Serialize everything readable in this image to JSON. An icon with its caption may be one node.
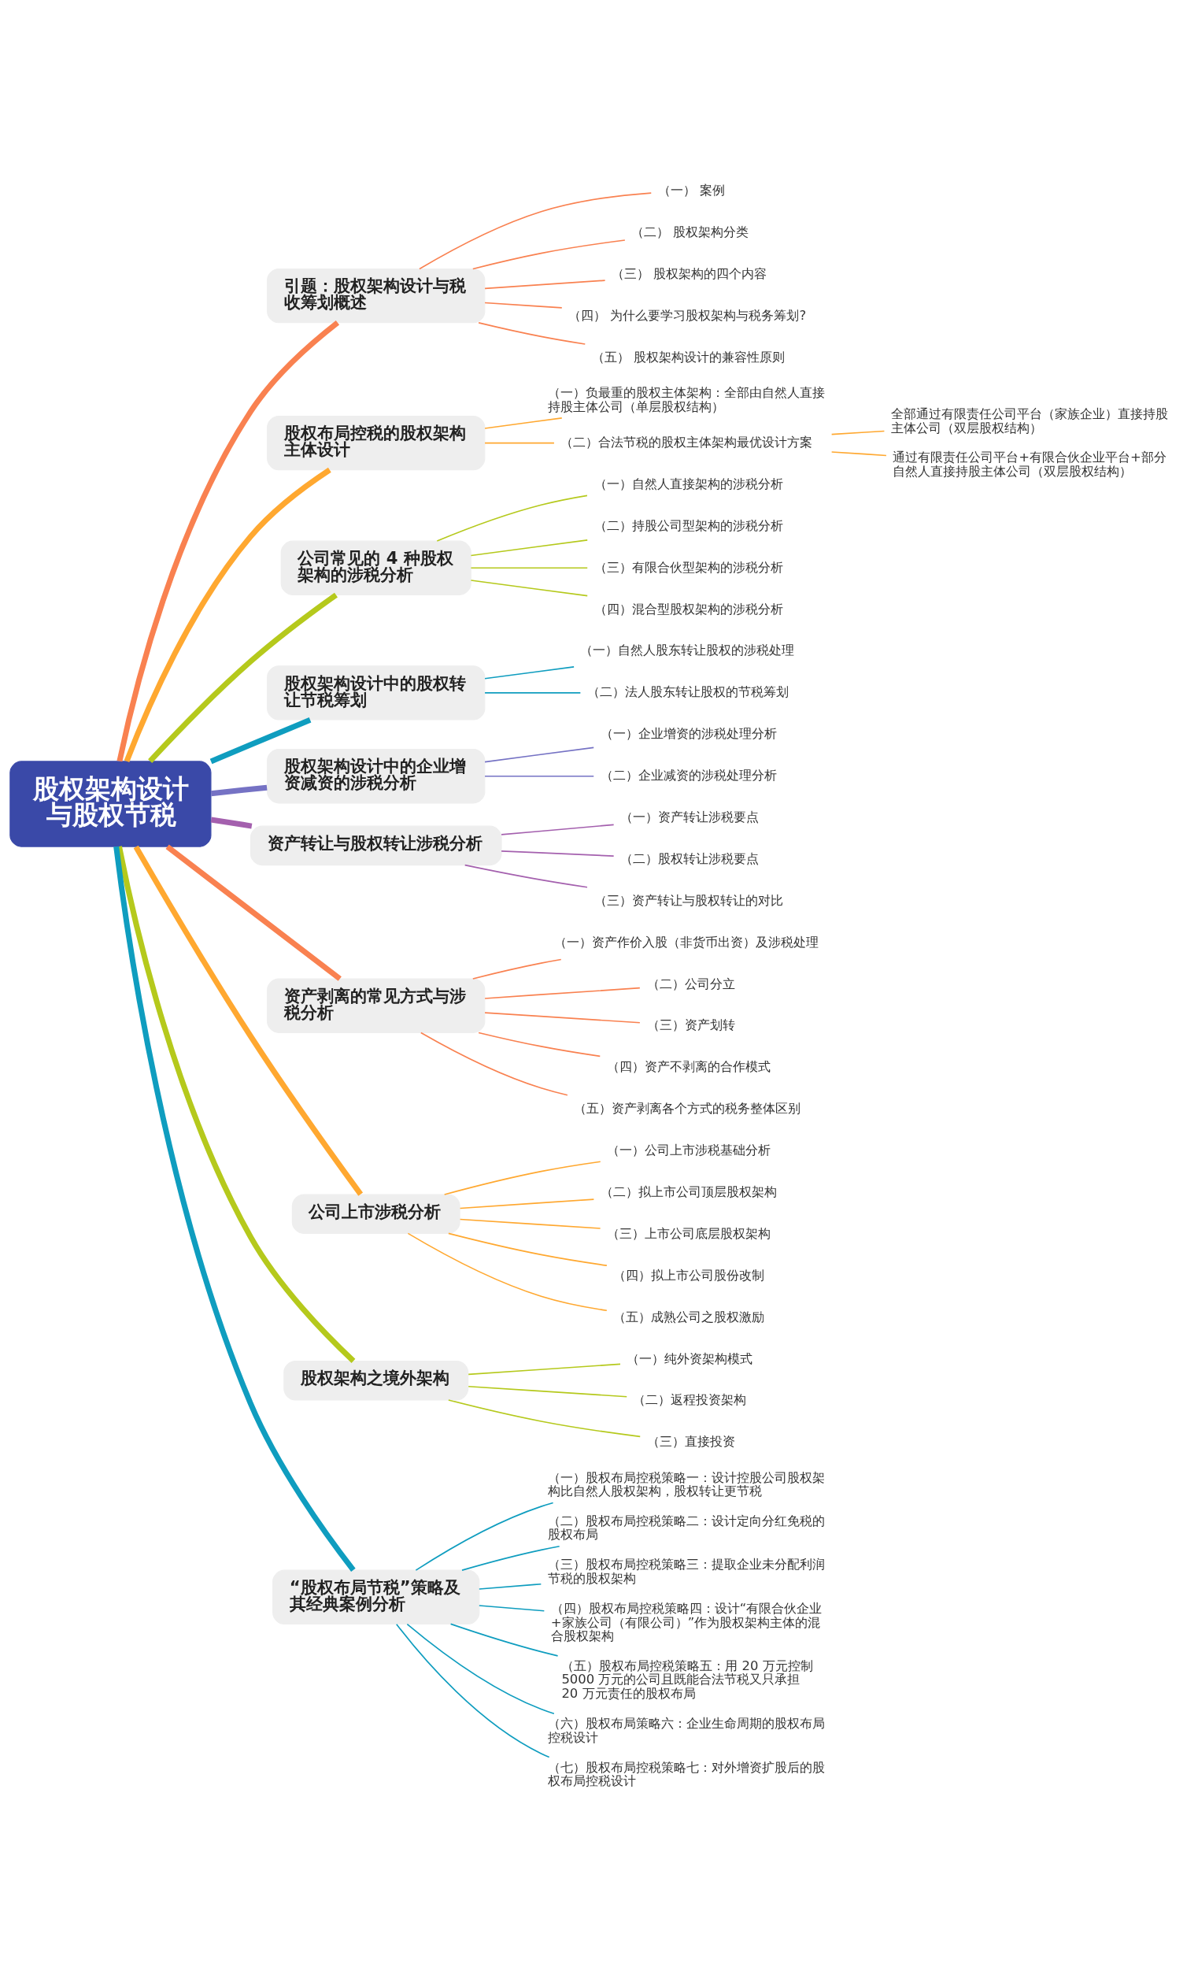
{
  "diagram": {
    "nodes": [
      {
        "text": [
          "股权架构设计与股权节税"
        ]
      },
      {
        "text": [
          "引题：股权架构设计与税收筹划概述"
        ]
      },
      {
        "text": [
          "（一） 案例"
        ]
      },
      {
        "text": [
          "（二） 股权架构分类"
        ]
      },
      {
        "text": [
          "（三） 股权架构的四个内容"
        ]
      },
      {
        "text": [
          "（四） 为什么要学习股权架构与税务筹划?"
        ]
      },
      {
        "text": [
          "（五） 股权架构设计的兼容性原则"
        ]
      },
      {
        "text": [
          "股权布局控税的股权架构主体设计"
        ]
      },
      {
        "text": [
          "（一）负最重的股权主体架构：全部由自然人直接持股主体公司（单层股权结构）"
        ]
      },
      {
        "text": [
          "（二）合法节税的股权主体架构最优设计方案"
        ]
      },
      {
        "text": [
          "全部通过有限责任公司平台（家族企业）直接持股主体公司（双层股权结构）"
        ]
      },
      {
        "text": [
          "通过有限责任公司平台+有限合伙企业平台+部分自然人直接持股主体公司（双层股权结构）"
        ]
      },
      {
        "text": [
          "公司常见的 4 种股权架构的涉税分析"
        ]
      },
      {
        "text": [
          "（一）自然人直接架构的涉税分析"
        ]
      },
      {
        "text": [
          "（二）持股公司型架构的涉税分析"
        ]
      },
      {
        "text": [
          "（三）有限合伙型架构的涉税分析"
        ]
      },
      {
        "text": [
          "（四）混合型股权架构的涉税分析"
        ]
      },
      {
        "text": [
          "股权架构设计中的股权转让节税筹划"
        ]
      },
      {
        "text": [
          "（一）自然人股东转让股权的涉税处理"
        ]
      },
      {
        "text": [
          "（二）法人股东转让股权的节税筹划"
        ]
      },
      {
        "text": [
          "股权架构设计中的企业增资减资的涉税分析"
        ]
      },
      {
        "text": [
          "（一）企业增资的涉税处理分析"
        ]
      },
      {
        "text": [
          "（二）企业减资的涉税处理分析"
        ]
      },
      {
        "text": [
          "资产转让与股权转让涉税分析"
        ]
      },
      {
        "text": [
          "（一）资产转让涉税要点"
        ]
      },
      {
        "text": [
          "（二）股权转让涉税要点"
        ]
      },
      {
        "text": [
          "（三）资产转让与股权转让的对比"
        ]
      },
      {
        "text": [
          "资产剥离的常见方式与涉税分析"
        ]
      },
      {
        "text": [
          "（一）资产作价入股（非货币出资）及涉税处理"
        ]
      },
      {
        "text": [
          "（二）公司分立"
        ]
      },
      {
        "text": [
          "（三）资产划转"
        ]
      },
      {
        "text": [
          "（四）资产不剥离的合作模式"
        ]
      },
      {
        "text": [
          "（五）资产剥离各个方式的税务整体区别"
        ]
      },
      {
        "text": [
          "公司上市涉税分析"
        ]
      },
      {
        "text": [
          "（一）公司上市涉税基础分析"
        ]
      },
      {
        "text": [
          "（二）拟上市公司顶层股权架构"
        ]
      },
      {
        "text": [
          "（三）上市公司底层股权架构"
        ]
      },
      {
        "text": [
          "（四）拟上市公司股份改制"
        ]
      },
      {
        "text": [
          "（五）成熟公司之股权激励"
        ]
      },
      {
        "text": [
          "股权架构之境外架构"
        ]
      },
      {
        "text": [
          "（一）纯外资架构模式"
        ]
      },
      {
        "text": [
          "（二）返程投资架构"
        ]
      },
      {
        "text": [
          "（三）直接投资"
        ]
      },
      {
        "text": [
          "“股权布局节税”策略及其经典案例分析"
        ]
      },
      {
        "text": [
          "（一）股权布局控税策略一：设计控股公司股权架构比自然人股权架构，股权转让更节税"
        ]
      },
      {
        "text": [
          "（二）股权布局控税策略二：设计定向分红免税的股权布局"
        ]
      },
      {
        "text": [
          "（三）股权布局控税策略三：提取企业未分配利润节税的股权架构"
        ]
      },
      {
        "text": [
          "（四）股权布局控税策略四：设计“有限合伙企业+家族公司（有限公司）”作为股权架构主体的混合股权架构"
        ]
      },
      {
        "text": [
          "（五）股权布局控税策略五：用 20 万元控制 5000 万元的公司且既能合法节税又只承担 20 万元责任的股权布局"
        ]
      },
      {
        "text": [
          "（六）股权布局策略六：企业生命周期的股权布局控税设计"
        ]
      },
      {
        "text": [
          "（七）股权布局控税策略七：对外增资扩股后的股权布局控税设计"
        ]
      }
    ],
    "edges": [
      {
        "from": 0,
        "to": 1,
        "arrow": "none",
        "style": "thick",
        "color": "#f98150"
      },
      {
        "from": 1,
        "to": 2,
        "arrow": "none",
        "color": "#f98150"
      },
      {
        "from": 1,
        "to": 3,
        "arrow": "none",
        "color": "#f98150"
      },
      {
        "from": 1,
        "to": 4,
        "arrow": "none",
        "color": "#f98150"
      },
      {
        "from": 1,
        "to": 5,
        "arrow": "none",
        "color": "#f98150"
      },
      {
        "from": 1,
        "to": 6,
        "arrow": "none",
        "color": "#f98150"
      },
      {
        "from": 0,
        "to": 7,
        "arrow": "none",
        "style": "thick",
        "color": "#ffa830"
      },
      {
        "from": 7,
        "to": 8,
        "arrow": "none",
        "color": "#ffa830"
      },
      {
        "from": 7,
        "to": 9,
        "arrow": "none",
        "color": "#ffa830"
      },
      {
        "from": 9,
        "to": 10,
        "arrow": "none",
        "color": "#ffa830"
      },
      {
        "from": 9,
        "to": 11,
        "arrow": "none",
        "color": "#ffa830"
      },
      {
        "from": 0,
        "to": 12,
        "arrow": "none",
        "style": "thick",
        "color": "#b5c91c"
      },
      {
        "from": 12,
        "to": 13,
        "arrow": "none",
        "color": "#b5c91c"
      },
      {
        "from": 12,
        "to": 14,
        "arrow": "none",
        "color": "#b5c91c"
      },
      {
        "from": 12,
        "to": 15,
        "arrow": "none",
        "color": "#b5c91c"
      },
      {
        "from": 12,
        "to": 16,
        "arrow": "none",
        "color": "#b5c91c"
      },
      {
        "from": 0,
        "to": 17,
        "arrow": "none",
        "style": "thick",
        "color": "#0f9dbf"
      },
      {
        "from": 17,
        "to": 18,
        "arrow": "none",
        "color": "#0f9dbf"
      },
      {
        "from": 17,
        "to": 19,
        "arrow": "none",
        "color": "#0f9dbf"
      },
      {
        "from": 0,
        "to": 20,
        "arrow": "none",
        "style": "thick",
        "color": "#7572c4"
      },
      {
        "from": 20,
        "to": 21,
        "arrow": "none",
        "color": "#7572c4"
      },
      {
        "from": 20,
        "to": 22,
        "arrow": "none",
        "color": "#7572c4"
      },
      {
        "from": 0,
        "to": 23,
        "arrow": "none",
        "style": "thick",
        "color": "#a460ae"
      },
      {
        "from": 23,
        "to": 24,
        "arrow": "none",
        "color": "#a460ae"
      },
      {
        "from": 23,
        "to": 25,
        "arrow": "none",
        "color": "#a460ae"
      },
      {
        "from": 23,
        "to": 26,
        "arrow": "none",
        "color": "#a460ae"
      },
      {
        "from": 0,
        "to": 27,
        "arrow": "none",
        "style": "thick",
        "color": "#f98150"
      },
      {
        "from": 27,
        "to": 28,
        "arrow": "none",
        "color": "#f98150"
      },
      {
        "from": 27,
        "to": 29,
        "arrow": "none",
        "color": "#f98150"
      },
      {
        "from": 27,
        "to": 30,
        "arrow": "none",
        "color": "#f98150"
      },
      {
        "from": 27,
        "to": 31,
        "arrow": "none",
        "color": "#f98150"
      },
      {
        "from": 27,
        "to": 32,
        "arrow": "none",
        "color": "#f98150"
      },
      {
        "from": 0,
        "to": 33,
        "arrow": "none",
        "style": "thick",
        "color": "#ffa830"
      },
      {
        "from": 33,
        "to": 34,
        "arrow": "none",
        "color": "#ffa830"
      },
      {
        "from": 33,
        "to": 35,
        "arrow": "none",
        "color": "#ffa830"
      },
      {
        "from": 33,
        "to": 36,
        "arrow": "none",
        "color": "#ffa830"
      },
      {
        "from": 33,
        "to": 37,
        "arrow": "none",
        "color": "#ffa830"
      },
      {
        "from": 33,
        "to": 38,
        "arrow": "none",
        "color": "#ffa830"
      },
      {
        "from": 0,
        "to": 39,
        "arrow": "none",
        "style": "thick",
        "color": "#b5c91c"
      },
      {
        "from": 39,
        "to": 40,
        "arrow": "none",
        "color": "#b5c91c"
      },
      {
        "from": 39,
        "to": 41,
        "arrow": "none",
        "color": "#b5c91c"
      },
      {
        "from": 39,
        "to": 42,
        "arrow": "none",
        "color": "#b5c91c"
      },
      {
        "from": 0,
        "to": 43,
        "arrow": "none",
        "style": "thick",
        "color": "#0f9dbf"
      },
      {
        "from": 43,
        "to": 44,
        "arrow": "none",
        "color": "#0f9dbf"
      },
      {
        "from": 43,
        "to": 45,
        "arrow": "none",
        "color": "#0f9dbf"
      },
      {
        "from": 43,
        "to": 46,
        "arrow": "none",
        "color": "#0f9dbf"
      },
      {
        "from": 43,
        "to": 47,
        "arrow": "none",
        "color": "#0f9dbf"
      },
      {
        "from": 43,
        "to": 48,
        "arrow": "none",
        "color": "#0f9dbf"
      },
      {
        "from": 43,
        "to": 49,
        "arrow": "none",
        "color": "#0f9dbf"
      },
      {
        "from": 43,
        "to": 50,
        "arrow": "none",
        "color": "#0f9dbf"
      }
    ]
  }
}
